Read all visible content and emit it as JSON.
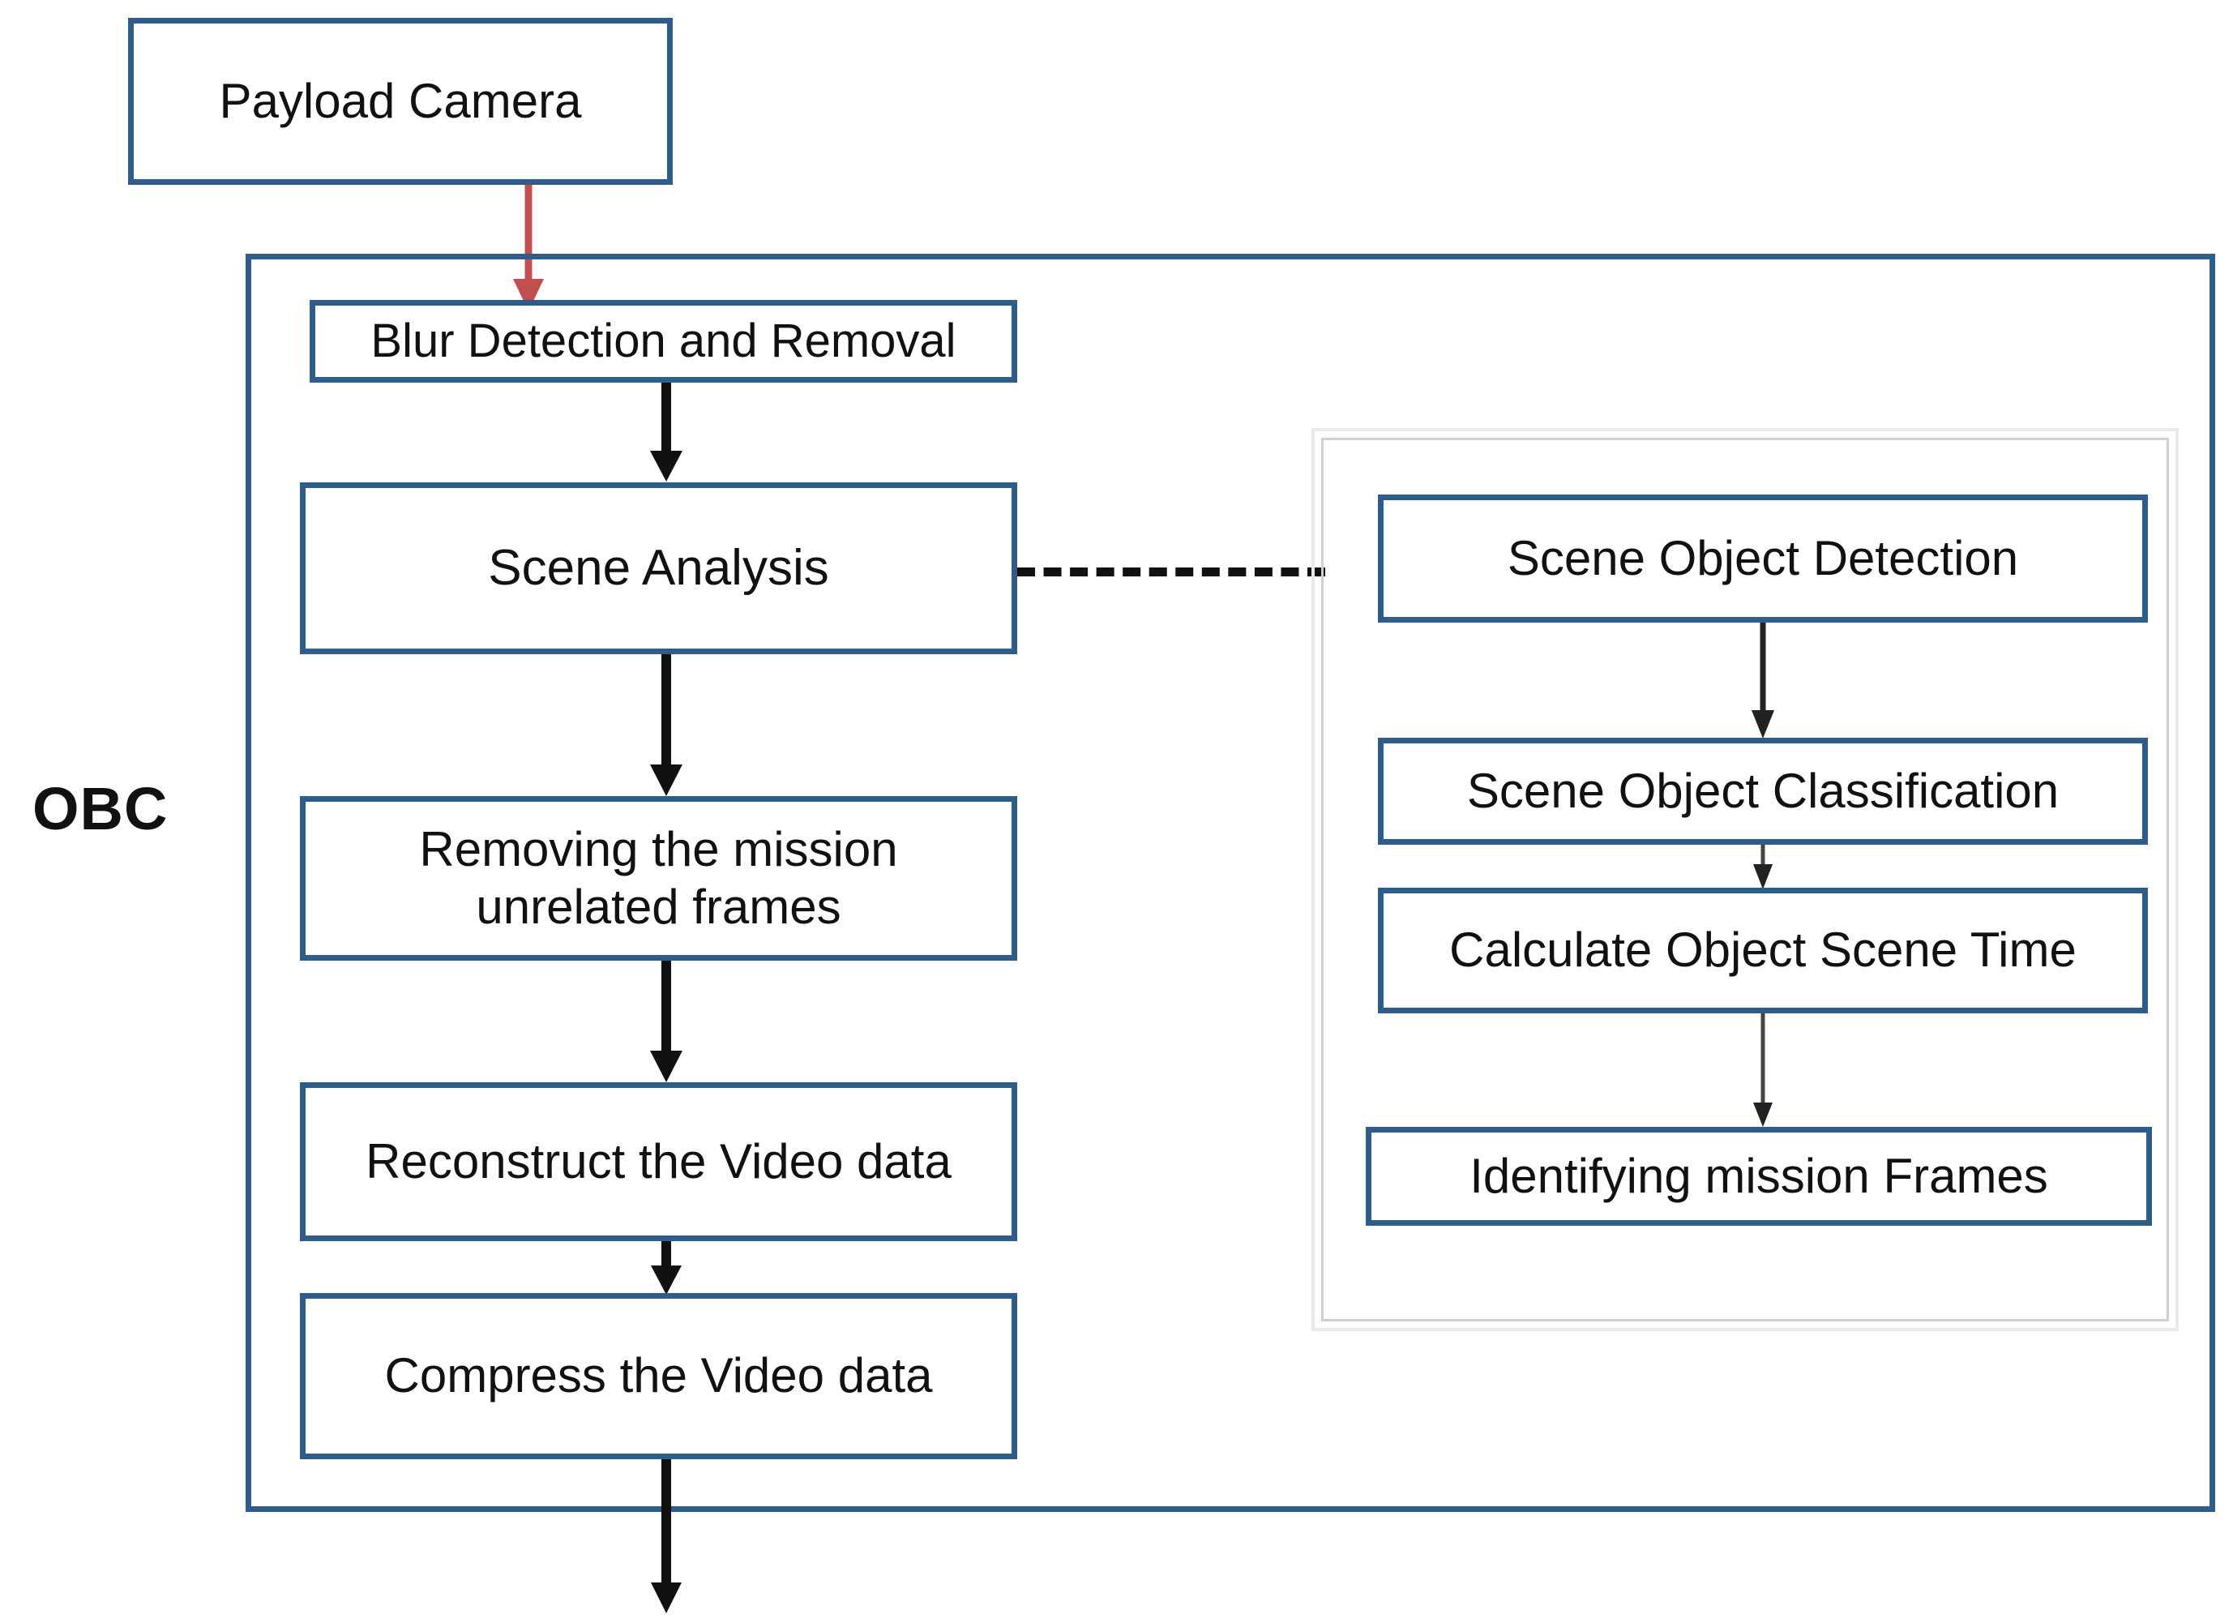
{
  "diagram": {
    "title_label": "OBC",
    "source_node": {
      "label": "Payload Camera"
    },
    "obc_pipeline": [
      {
        "id": "blur",
        "label": "Blur Detection and Removal"
      },
      {
        "id": "scene-analysis",
        "label": "Scene Analysis"
      },
      {
        "id": "remove-frames",
        "label": "Removing the mission unrelated frames"
      },
      {
        "id": "reconstruct",
        "label": "Reconstruct the Video data"
      },
      {
        "id": "compress",
        "label": "Compress the Video data"
      }
    ],
    "scene_analysis_subprocess": [
      {
        "id": "object-detection",
        "label": "Scene Object Detection"
      },
      {
        "id": "object-classification",
        "label": "Scene Object Classification"
      },
      {
        "id": "object-scene-time",
        "label": "Calculate Object Scene Time"
      },
      {
        "id": "identify-frames",
        "label": "Identifying mission Frames"
      }
    ],
    "colors": {
      "node_border": "#2f5c8a",
      "input_arrow": "#c0504d",
      "flow_arrow": "#111111",
      "panel_border": "#e0e0e0",
      "text": "#111111",
      "background": "#ffffff"
    }
  }
}
